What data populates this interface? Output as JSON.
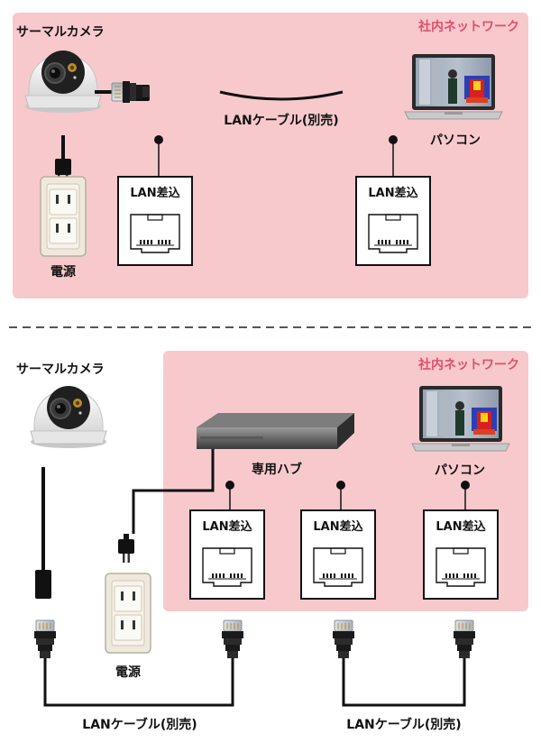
{
  "top": {
    "network_label": "社内ネットワーク",
    "camera_label": "サーマルカメラ",
    "power_label": "電源",
    "cable_label": "LANケーブル(別売)",
    "pc_label": "パソコン",
    "jack_labels": [
      "LAN差込",
      "LAN差込"
    ]
  },
  "bottom": {
    "network_label": "社内ネットワーク",
    "camera_label": "サーマルカメラ",
    "power_label": "電源",
    "hub_label": "専用ハブ",
    "pc_label": "パソコン",
    "jack_labels": [
      "LAN差込",
      "LAN差込",
      "LAN差込"
    ],
    "cable_labels": [
      "LANケーブル(別売)",
      "LANケーブル(別売)"
    ]
  },
  "colors": {
    "zone_fill": "#f7c9cd",
    "network_label": "#e0506a",
    "cable": "#111111",
    "divider": "#555555"
  }
}
